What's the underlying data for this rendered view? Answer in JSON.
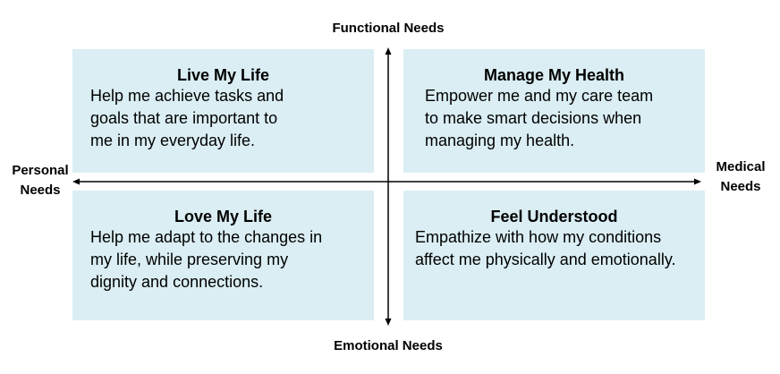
{
  "axes": {
    "top_label": "Functional Needs",
    "bottom_label": "Emotional Needs",
    "left_label": [
      "Personal",
      "Needs"
    ],
    "right_label": [
      "Medical",
      "Needs"
    ]
  },
  "quadrants": {
    "top_left": {
      "title": "Live My Life",
      "lines": [
        "Help me achieve tasks and",
        "goals that are important to",
        "me in my everyday life."
      ]
    },
    "top_right": {
      "title": "Manage My Health",
      "lines": [
        "Empower me and my care team",
        "to make smart decisions when",
        "managing my health."
      ]
    },
    "bottom_left": {
      "title": "Love My Life",
      "lines": [
        "Help me adapt to the changes in",
        "my life, while preserving my",
        "dignity and connections."
      ]
    },
    "bottom_right": {
      "title": "Feel Understood",
      "lines": [
        "Empathize with how my conditions",
        "affect me physically and emotionally."
      ]
    }
  },
  "colors": {
    "quadrant_fill": "#daeef3",
    "axis": "#000000"
  }
}
